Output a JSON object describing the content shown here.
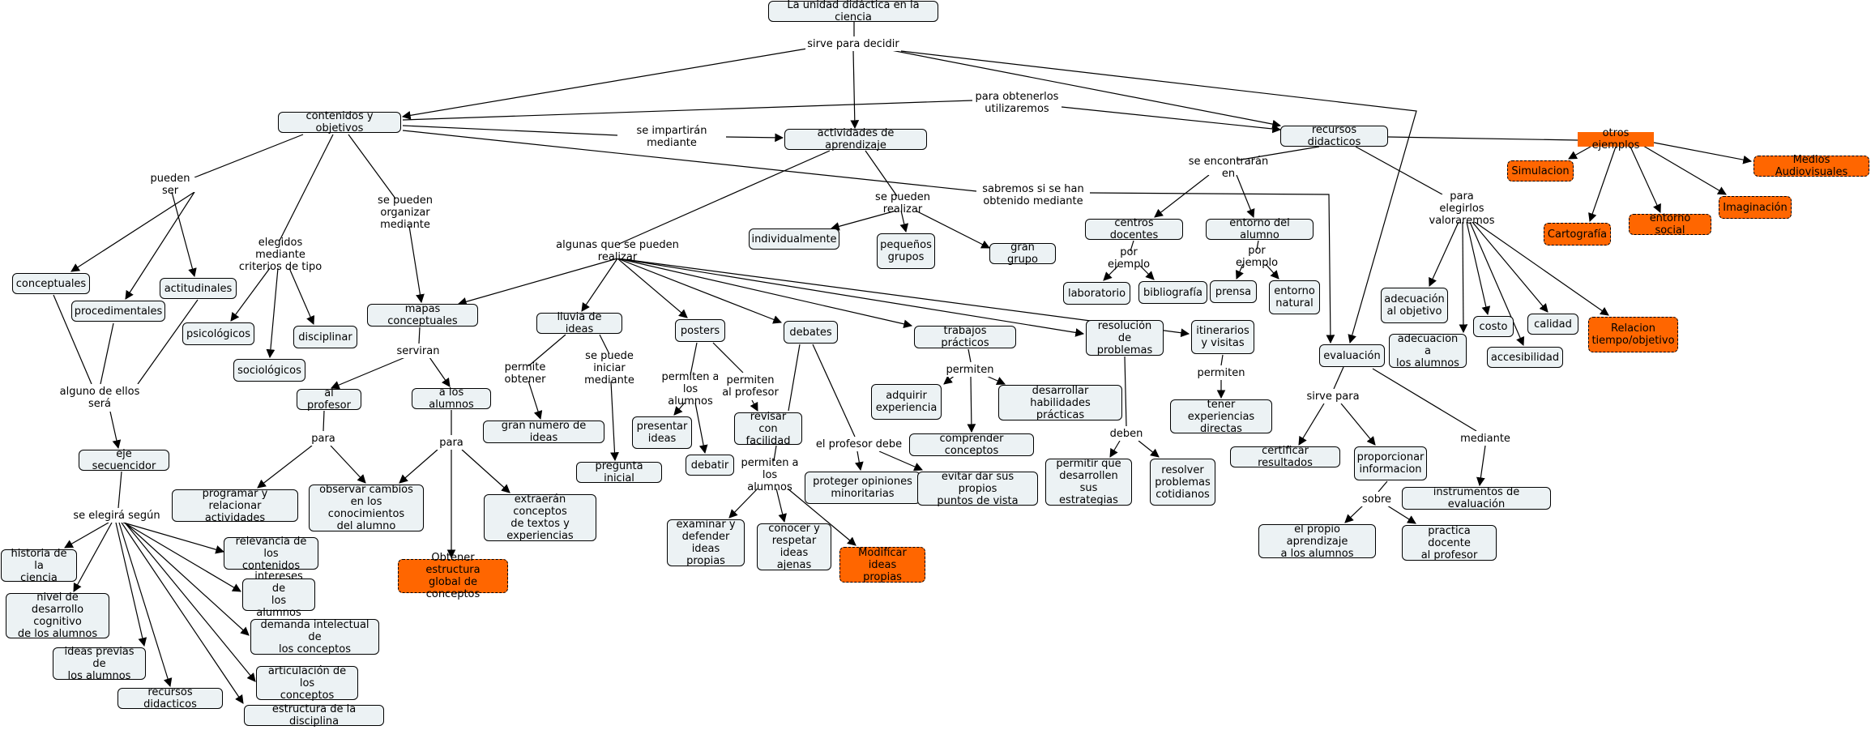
{
  "concepts": {
    "root": "La unidad didáctica en la ciencia",
    "contenidos": "contenidos y objetivos",
    "actividades": "actividades de aprendizaje",
    "recursos": "recursos didacticos",
    "conceptuales": "conceptuales",
    "procedimentales": "procedimentales",
    "actitudinales": "actitudinales",
    "psicologicos": "psicológicos",
    "sociologicos": "sociológicos",
    "disciplinar": "disciplinar",
    "eje": "eje secuencidor",
    "historia": "historia de la\nciencia",
    "nivel": "nivel de desarrollo\ncognitivo\nde los alumnos",
    "ideas_previas": "ideas previas de\nlos alumnos",
    "recursos_did": "recursos didacticos",
    "estructura_disc": "estructura de la disciplina",
    "relevancia": "relevancia de los\ncontenidos",
    "intereses": "intereses de\nlos alumnos",
    "demanda": "demanda intelectual de\nlos conceptos",
    "articulacion": "articulación de los\nconceptos",
    "mapas": "mapas conceptuales",
    "al_profesor": "al profesor",
    "a_los_alumnos": "a los alumnos",
    "programar": "programar y relacionar\nactividades",
    "observar": "observar cambios\nen los conocimientos\ndel alumno",
    "extraeran": "extraerán conceptos\nde textos y\nexperiencias",
    "obtener_estructura": "Obtener estructura\nglobal de conceptos",
    "lluvia": "lluvia de ideas",
    "gran_numero": "gran numero de ideas",
    "pregunta": "pregunta inicial",
    "posters": "posters",
    "presentar": "presentar\nideas",
    "debatir": "debatir",
    "revisar": "revisar con\nfacilidad",
    "debates": "debates",
    "examinar": "examinar y\ndefender\nideas propias",
    "conocer": "conocer y\nrespetar\nideas ajenas",
    "modificar": "Modificar ideas\npropias",
    "proteger": "proteger opiniones\nminoritarias",
    "evitar": "evitar dar sus propios\npuntos de vista",
    "trabajos": "trabajos prácticos",
    "adquirir": "adquirir\nexperiencia",
    "desarrollar": "desarrollar habilidades\nprácticas",
    "comprender": "comprender conceptos",
    "resolucion": "resolución de\nproblemas",
    "permitir": "permitir que\ndesarrollen\nsus estrategias",
    "resolver": "resolver\nproblemas\ncotidianos",
    "itinerarios": "itinerarios\ny visitas",
    "tener_exp": "tener experiencias\ndirectas",
    "individualmente": "individualmente",
    "pequenos": "pequeños\ngrupos",
    "gran_grupo": "gran grupo",
    "centros": "centros docentes",
    "entorno_alumno": "entorno del alumno",
    "laboratorio": "laboratorio",
    "bibliografia": "bibliografía",
    "prensa": "prensa",
    "entorno_natural": "entorno\nnatural",
    "evaluacion": "evaluación",
    "certificar": "certificar resultados",
    "proporcionar": "proporcionar\ninformacion",
    "propio_aprendizaje": "el propio aprendizaje\na los alumnos",
    "practica_docente": "practica docente\nal profesor",
    "instrumentos": "instrumentos de evaluación",
    "adecuacion_obj": "adecuación\nal objetivo",
    "adecuacion_alum": "adecuacion a\nlos alumnos",
    "costo": "costo",
    "accesibilidad": "accesibilidad",
    "calidad": "calidad",
    "relacion_tiempo": "Relacion\ntiempo/objetivo",
    "otros_ejemplos": "otros ejemplos",
    "simulacion": "Simulacion",
    "cartografia": "Cartografía",
    "entorno_social": "entorno social",
    "imaginacion": "Imaginación",
    "medios_av": "Medios Audiovisuales"
  },
  "links": {
    "sirve_para_decidir": "sirve para decidir",
    "para_obtenerlos": "para obtenerlos\nutilizaremos",
    "se_impartiran": "se impartirán\nmediante",
    "sabremos": "sabremos si se han\nobtenido mediante",
    "pueden_ser": "pueden ser",
    "elegidos": "elegidos mediante\ncriterios de tipo",
    "se_pueden_organizar": "se pueden organizar\nmediante",
    "alguno": "alguno de ellos\nserá",
    "se_elegira": "se elegirá según",
    "algunas": "algunas que se pueden realizar",
    "se_pueden_realizar": "se pueden realizar",
    "serviran": "serviran",
    "para_prof": "para",
    "para_alum": "para",
    "permite_obtener": "permite obtener",
    "se_puede_iniciar": "se puede iniciar\nmediante",
    "permiten_alumnos_posters": "permiten a\nlos alumnos",
    "permiten_profesor": "permiten\nal profesor",
    "permiten_alumnos_debates": "permiten a\nlos alumnos",
    "el_profesor_debe": "el profesor debe",
    "permiten_trabajos": "permiten",
    "deben": "deben",
    "permiten_itinerarios": "permiten",
    "se_encontraran": "se encontrarán en",
    "por_ejemplo_1": "por ejemplo",
    "por_ejemplo_2": "por ejemplo",
    "para_elegirlos": "para elegirlos\nvaloraremos",
    "sirve_para": "sirve para",
    "mediante": "mediante",
    "sobre": "sobre"
  }
}
